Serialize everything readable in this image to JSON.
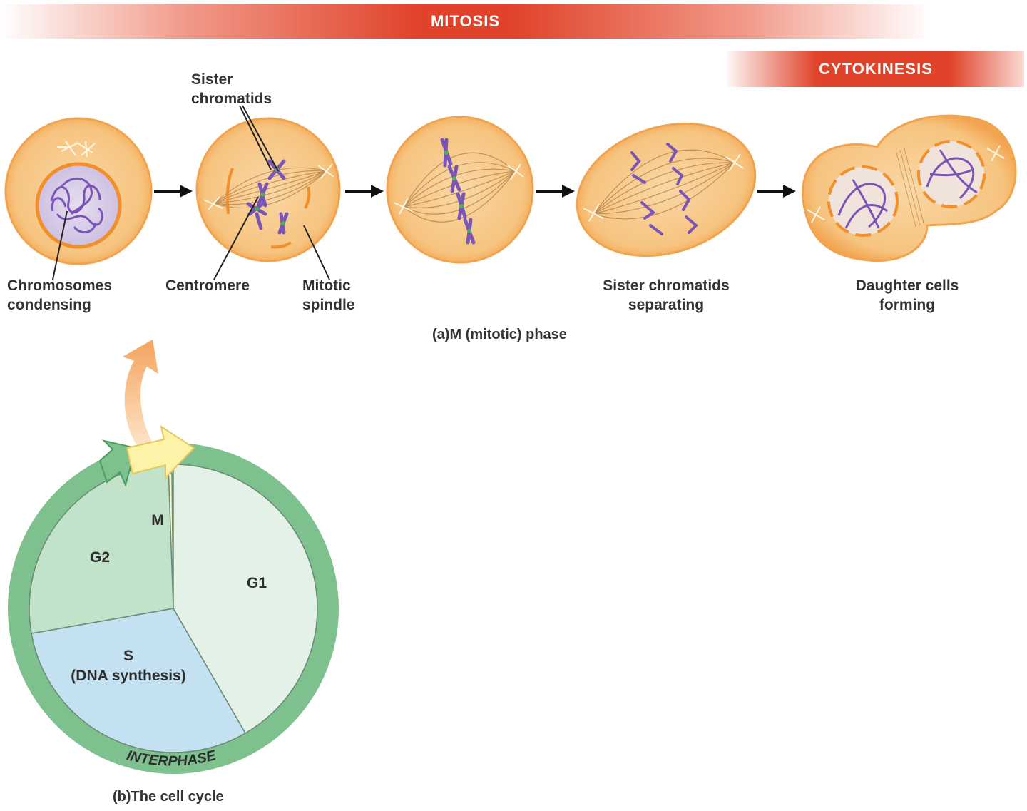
{
  "banners": {
    "mitosis": "MITOSIS",
    "cytokinesis": "CYTOKINESIS"
  },
  "labels": {
    "sister_chromatids_top": "Sister\nchromatids",
    "chromosomes_condensing": "Chromosomes\ncondensing",
    "centromere": "Centromere",
    "mitotic_spindle": "Mitotic\nspindle",
    "sister_chromatids_separating": "Sister chromatids\nseparating",
    "daughter_cells_forming": "Daughter cells\nforming"
  },
  "captions": {
    "a_letter": "(a)",
    "a_text": "M (mitotic) phase",
    "b_letter": "(b)",
    "b_text": "The cell cycle"
  },
  "cell_cycle": {
    "segments": [
      {
        "name": "M",
        "label": "M",
        "color": "#fdf7cf"
      },
      {
        "name": "G1",
        "label": "G1",
        "color": "#e3f1e6"
      },
      {
        "name": "S",
        "label": "S\n(DNA synthesis)",
        "color": "#c3e1f1"
      },
      {
        "name": "G2",
        "label": "G2",
        "color": "#c2e2c9"
      }
    ],
    "ring_label": "INTERPHASE",
    "ring_color": "#7fc08f"
  },
  "colors": {
    "cell_fill": "#f6c886",
    "cell_edge": "#f2a34e",
    "chromosome": "#7b54b8",
    "arrow": "#111111"
  }
}
